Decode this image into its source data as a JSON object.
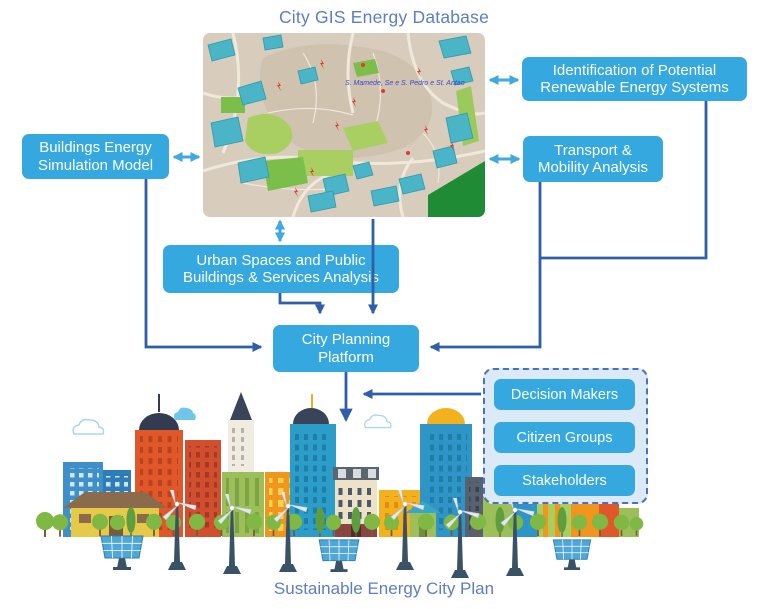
{
  "title": "City GIS Energy Database",
  "footer": "Sustainable Energy City Plan",
  "colors": {
    "box-blue": "#35A8E0",
    "navy": "#2E5FA8",
    "cyan-arrow": "#3FA9E0",
    "title-blue": "#5C7EC1",
    "panel-bg": "#DCEAF8",
    "panel-border": "#4A72B8"
  },
  "boxes": {
    "buildings_energy": "Buildings Energy Simulation Model",
    "identification": "Identification of Potential Renewable Energy Systems",
    "transport": "Transport & Mobility Analysis",
    "urban_spaces": "Urban Spaces and Public Buildings & Services Analysis",
    "city_planning": "City Planning Platform"
  },
  "map": {
    "label": "S. Mamede, Se e S. Pedro e St. Antao"
  },
  "panel": {
    "items": [
      "Decision Makers",
      "Citizen Groups",
      "Stakeholders"
    ]
  }
}
